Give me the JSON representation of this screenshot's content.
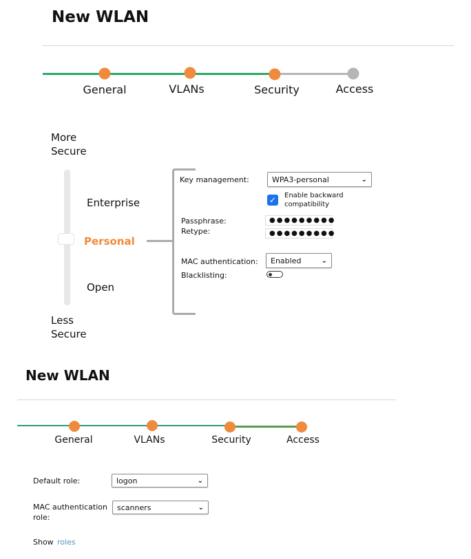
{
  "top": {
    "title": "New WLAN",
    "steps": [
      "General",
      "VLANs",
      "Security",
      "Access"
    ],
    "slider": {
      "top_label_1": "More",
      "top_label_2": "Secure",
      "bottom_label_1": "Less",
      "bottom_label_2": "Secure",
      "options": [
        "Enterprise",
        "Personal",
        "Open"
      ],
      "selected": "Personal"
    },
    "form": {
      "key_management_label": "Key management:",
      "key_management_value": "WPA3-personal",
      "backward_label_1": "Enable backward",
      "backward_label_2": "compatibility",
      "backward_checked": true,
      "passphrase_label": "Passphrase:",
      "passphrase_value": "●●●●●●●●●",
      "retype_label": "Retype:",
      "retype_value": "●●●●●●●●●",
      "mac_auth_label": "MAC authentication:",
      "mac_auth_value": "Enabled",
      "blacklisting_label": "Blacklisting:",
      "blacklisting_on": false
    }
  },
  "bottom": {
    "title": "New WLAN",
    "steps": [
      "General",
      "VLANs",
      "Security",
      "Access"
    ],
    "default_role_label": "Default role:",
    "default_role_value": "logon",
    "mac_role_label_1": "MAC authentication",
    "mac_role_label_2": "role:",
    "mac_role_value": "scanners",
    "show_label": "Show",
    "roles_link": "roles"
  },
  "colors": {
    "accent": "#f08a3c",
    "green": "#2aa866",
    "gray": "#b5b5b5",
    "link": "#5a8fb0"
  }
}
